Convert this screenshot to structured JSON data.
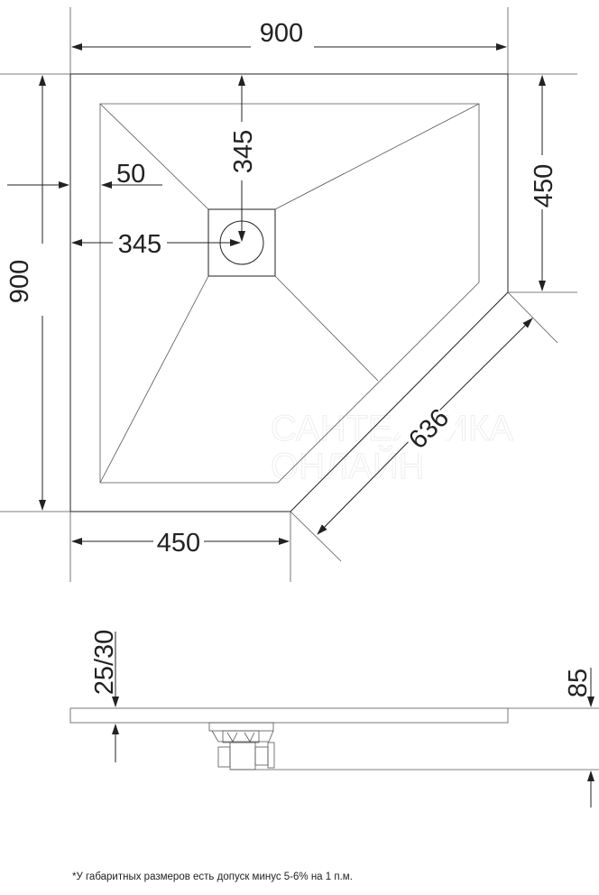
{
  "plan_view": {
    "width_top": "900",
    "height_left": "900",
    "right_side": "450",
    "bottom_side": "450",
    "diagonal": "636",
    "rim_width": "50",
    "drain_from_left": "345",
    "drain_from_top": "345"
  },
  "side_view": {
    "rim_thickness": "25/30",
    "total_height": "85"
  },
  "watermark": {
    "line1": "САНТЕХНИКА",
    "line2": "ОНЛАЙН"
  },
  "footnote": "*У габаритных размеров есть допуск минус  5-6% на 1 п.м.",
  "colors": {
    "line": "#222222",
    "background": "#ffffff"
  }
}
